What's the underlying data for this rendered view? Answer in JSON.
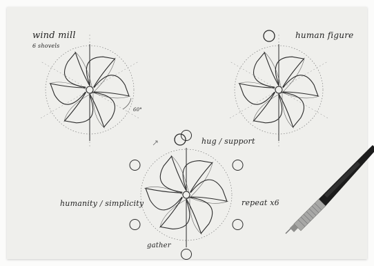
{
  "annotations": {
    "windmill": "wind mill",
    "shovels": "6 shovels",
    "angle": "60°",
    "human_figure": "human figure",
    "hug_support": "hug / support",
    "humanity": "humanity / simplicity",
    "repeat": "repeat x6",
    "gather": "gather"
  },
  "colors": {
    "paper": "#efefec",
    "ink": "#2a2a2a",
    "pencil_body": "#1b1b1b",
    "pencil_metal": "#9a9a98"
  }
}
